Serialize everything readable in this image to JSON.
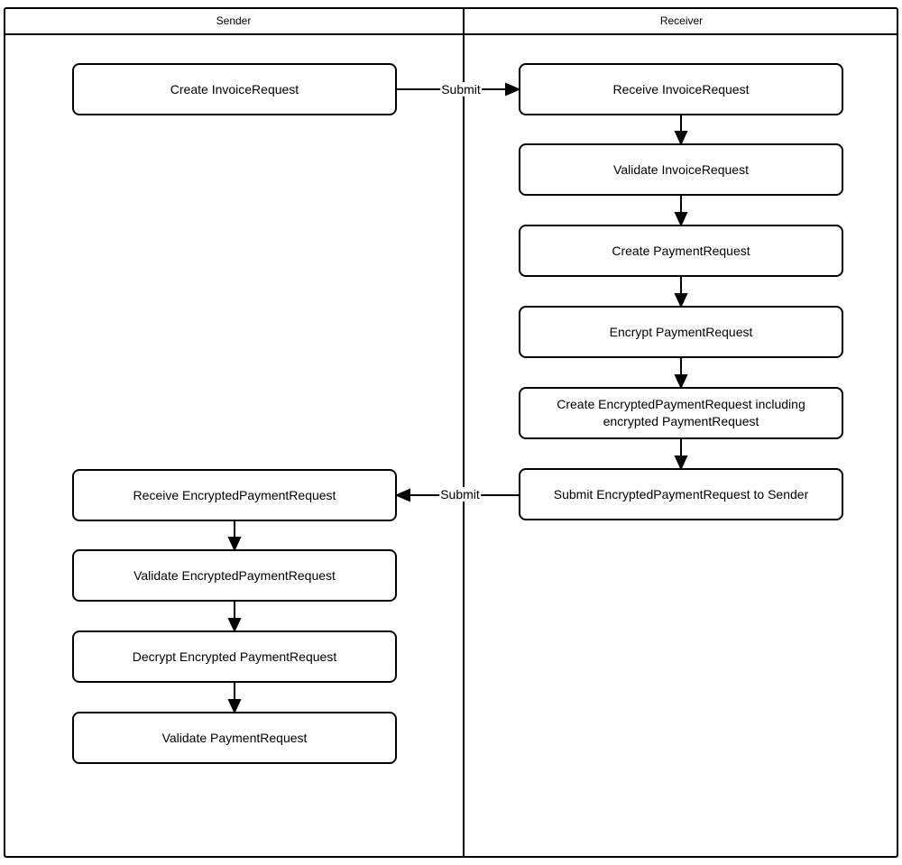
{
  "diagram": {
    "type": "swimlane-flowchart",
    "lanes": {
      "sender_title": "Sender",
      "receiver_title": "Receiver"
    },
    "sender_nodes": [
      {
        "label": "Create InvoiceRequest"
      },
      {
        "label": "Receive EncryptedPaymentRequest"
      },
      {
        "label": "Validate EncryptedPaymentRequest"
      },
      {
        "label": "Decrypt Encrypted PaymentRequest"
      },
      {
        "label": "Validate PaymentRequest"
      }
    ],
    "receiver_nodes": [
      {
        "label": "Receive InvoiceRequest"
      },
      {
        "label": "Validate InvoiceRequest"
      },
      {
        "label": "Create PaymentRequest"
      },
      {
        "label": "Encrypt PaymentRequest"
      },
      {
        "label": "Create EncryptedPaymentRequest including encrypted PaymentRequest"
      },
      {
        "label": "Submit EncryptedPaymentRequest to Sender"
      }
    ],
    "edges": {
      "invoice_submit_label": "Submit",
      "payment_submit_label": "Submit"
    },
    "colors": {
      "stroke": "#000000",
      "fill": "#ffffff",
      "text": "#000000"
    }
  }
}
